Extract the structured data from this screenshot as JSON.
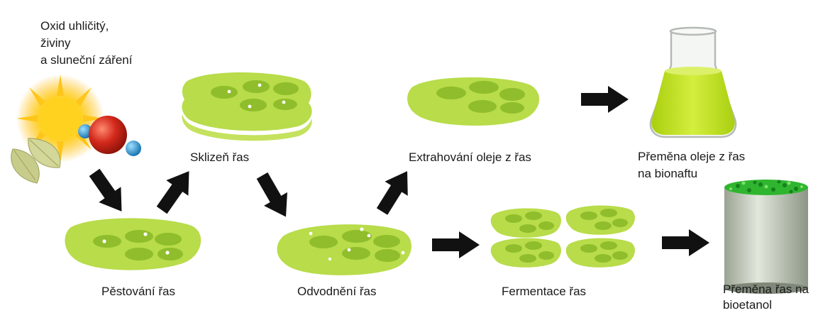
{
  "labels": {
    "inputs": [
      "Oxid uhličitý,",
      "živiny",
      "a sluneční záření"
    ],
    "cultivation": "Pěstování řas",
    "harvest": "Sklizeň řas",
    "dewatering": "Odvodnění řas",
    "oil_extraction": "Extrahování oleje z řas",
    "fermentation": "Fermentace řas",
    "biodiesel": [
      "Přeměna oleje z řas",
      "na bionaftu"
    ],
    "bioethanol": [
      "Přeměna řas na",
      "bioetanol"
    ]
  },
  "colors": {
    "algae_light": "#b8dc4a",
    "algae_dark": "#8fbd2c",
    "arrow": "#111111",
    "sun": "#ffc61a",
    "molecule_red": "#d42a1c",
    "molecule_blue": "#1e8fd6",
    "leaf": "#c9cf8e",
    "flask_liquid": "#c3e02a",
    "canister_body": "#bfc7b8",
    "canister_top": "#2fb52f"
  }
}
